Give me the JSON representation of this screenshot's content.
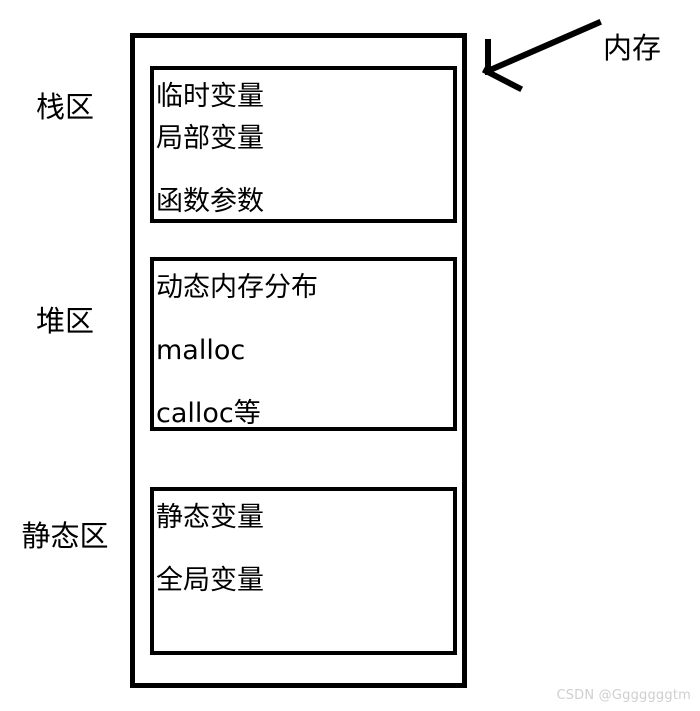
{
  "diagram": {
    "title": "内存",
    "watermark": "CSDN @Gggggggtm",
    "side_labels": {
      "stack": "栈区",
      "heap": "堆区",
      "static": "静态区"
    },
    "regions": [
      {
        "key": "stack",
        "label": "栈区",
        "lines": [
          "临时变量",
          "局部变量",
          "函数参数"
        ]
      },
      {
        "key": "heap",
        "label": "堆区",
        "lines": [
          "动态内存分布",
          "malloc",
          "calloc等"
        ]
      },
      {
        "key": "static",
        "label": "静态区",
        "lines": [
          "静态变量",
          "全局变量"
        ]
      }
    ],
    "colors": {
      "stroke": "#000000",
      "background": "#ffffff",
      "watermark": "#cfcfcf"
    }
  }
}
